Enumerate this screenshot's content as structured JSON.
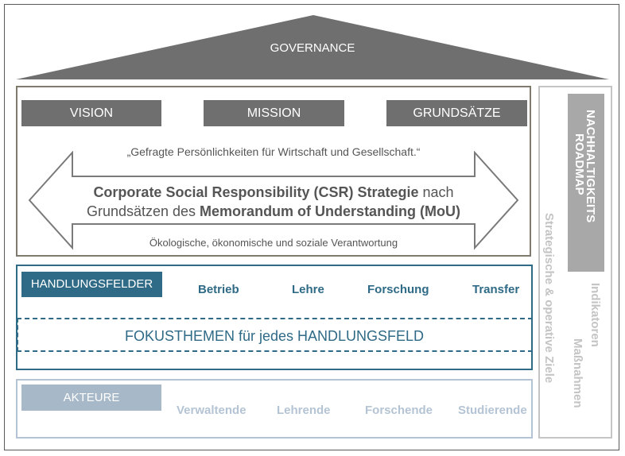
{
  "governance": "GOVERNANCE",
  "top_bars": [
    "VISION",
    "MISSION",
    "GRUNDSÄTZE"
  ],
  "quote": "„Gefragte Persönlichkeiten für Wirtschaft und Gesellschaft.“",
  "csr": {
    "part1": "Corporate Social Responsibility (CSR) Strategie",
    "part2": " nach",
    "part3": "Grundsätzen des ",
    "part4": "Memorandum of Understanding (MoU)"
  },
  "eco_line": "Ökologische, ökonomische und soziale Verantwortung",
  "handlungsfelder": {
    "label": "HANDLUNGSFELDER",
    "items": [
      "Betrieb",
      "Lehre",
      "Forschung",
      "Transfer"
    ],
    "fokus": "FOKUSTHEMEN für jedes HANDLUNGSFELD"
  },
  "akteure": {
    "label": "AKTEURE",
    "items": [
      "Verwaltende",
      "Lehrende",
      "Forschende",
      "Studierende"
    ]
  },
  "side": {
    "roadmap_line1": "NACHHALTIGKEITS",
    "roadmap_line2": "ROADMAP",
    "ziele": "Strategische & operative Ziele",
    "indikatoren": "Indikatoren",
    "massnahmen": "Maßnahmen"
  },
  "colors": {
    "gray": "#6f6f6f",
    "blue": "#2f6a86",
    "light_blue": "#b4c4d4",
    "light_gray": "#c4c4c4"
  }
}
